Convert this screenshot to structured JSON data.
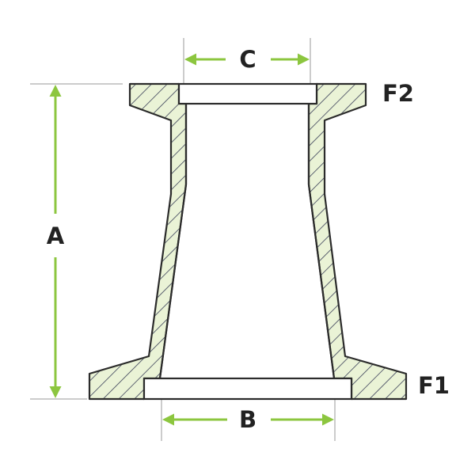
{
  "labels": {
    "a": "A",
    "b": "B",
    "c": "C",
    "f1": "F1",
    "f2": "F2"
  },
  "colors": {
    "fill": "#eaf3d6",
    "hatch": "#3a3f58",
    "outline": "#2b2b2b",
    "arrow": "#8cc63f",
    "extension": "#9a9a9a"
  }
}
